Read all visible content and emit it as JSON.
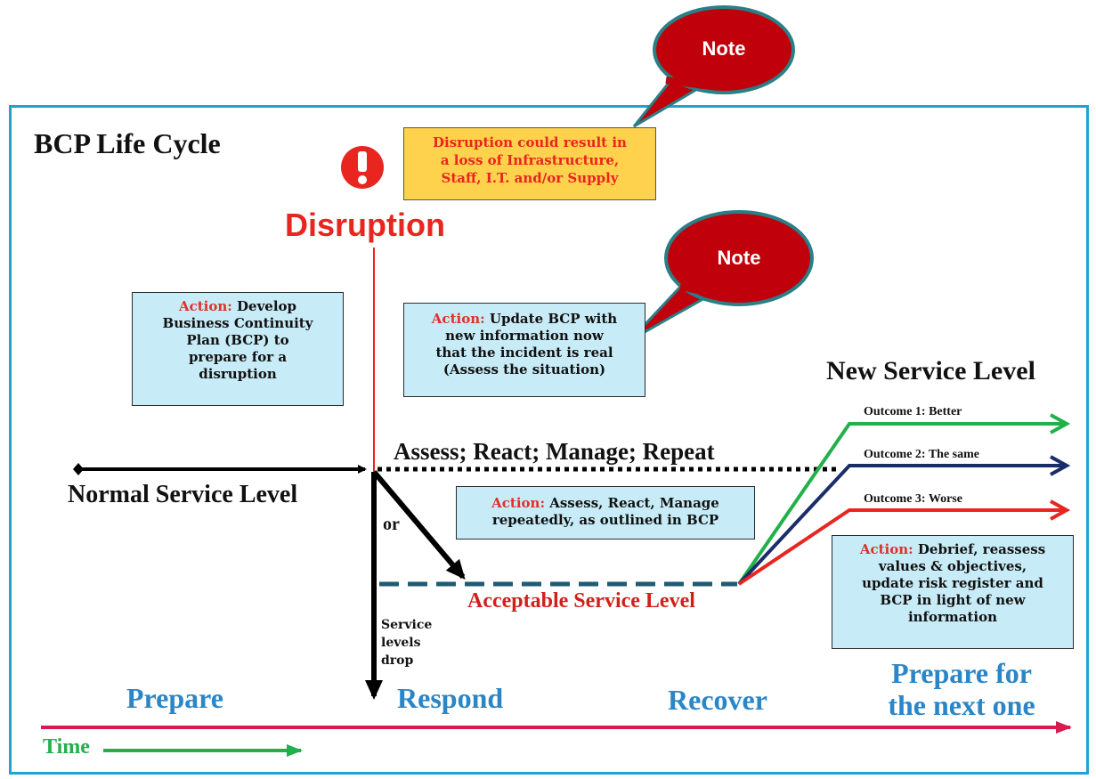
{
  "title": "BCP Life Cycle",
  "disruption": {
    "label": "Disruption",
    "alert_icon": "exclamation-icon"
  },
  "notes": [
    {
      "label": "Note"
    },
    {
      "label": "Note"
    }
  ],
  "note_box": {
    "text": "Disruption could result in a loss of Infrastructure, Staff, I.T. and/or Supply",
    "lines": [
      "Disruption could result in",
      "a loss of Infrastructure,",
      "Staff, I.T. and/or Supply"
    ]
  },
  "action_boxes": {
    "prepare": {
      "prefix": "Action:",
      "lines": [
        " Develop",
        "Business Continuity",
        "Plan (BCP) to",
        "prepare for a",
        "disruption"
      ]
    },
    "update": {
      "prefix": "Action:",
      "lines": [
        " Update BCP with",
        "new information now",
        "that the incident is real",
        "(Assess the situation)"
      ]
    },
    "assess": {
      "prefix": "Action:",
      "lines": [
        " Assess, React, Manage",
        "repeatedly, as outlined in BCP"
      ]
    },
    "debrief": {
      "prefix": "Action:",
      "lines": [
        " Debrief, reassess",
        "values & objectives,",
        "update risk register and",
        "BCP in light of new",
        "information"
      ]
    }
  },
  "levels": {
    "normal": "Normal Service Level",
    "assess_loop": "Assess; React; Manage; Repeat",
    "acceptable": "Acceptable Service Level",
    "new": "New Service Level",
    "or": "or",
    "drop": [
      "Service",
      "levels",
      "drop"
    ]
  },
  "outcomes": [
    {
      "label": "Outcome 1: Better",
      "color": "#22b04a"
    },
    {
      "label": "Outcome 2: The same",
      "color": "#1a2d6b"
    },
    {
      "label": "Outcome 3: Worse",
      "color": "#e8251f"
    }
  ],
  "phases": {
    "prepare": "Prepare",
    "respond": "Respond",
    "recover": "Recover",
    "next": [
      "Prepare for",
      "the next one"
    ]
  },
  "time_label": "Time",
  "colors": {
    "frame": "#1fa3d6",
    "disruption": "#e8251f",
    "phase": "#2a86c7",
    "time_axis": "#d81b4f",
    "time_label": "#22b04a",
    "note_bubble": "#c0000a",
    "action_box": "#c8ecf7",
    "note_box": "#ffd24d"
  }
}
